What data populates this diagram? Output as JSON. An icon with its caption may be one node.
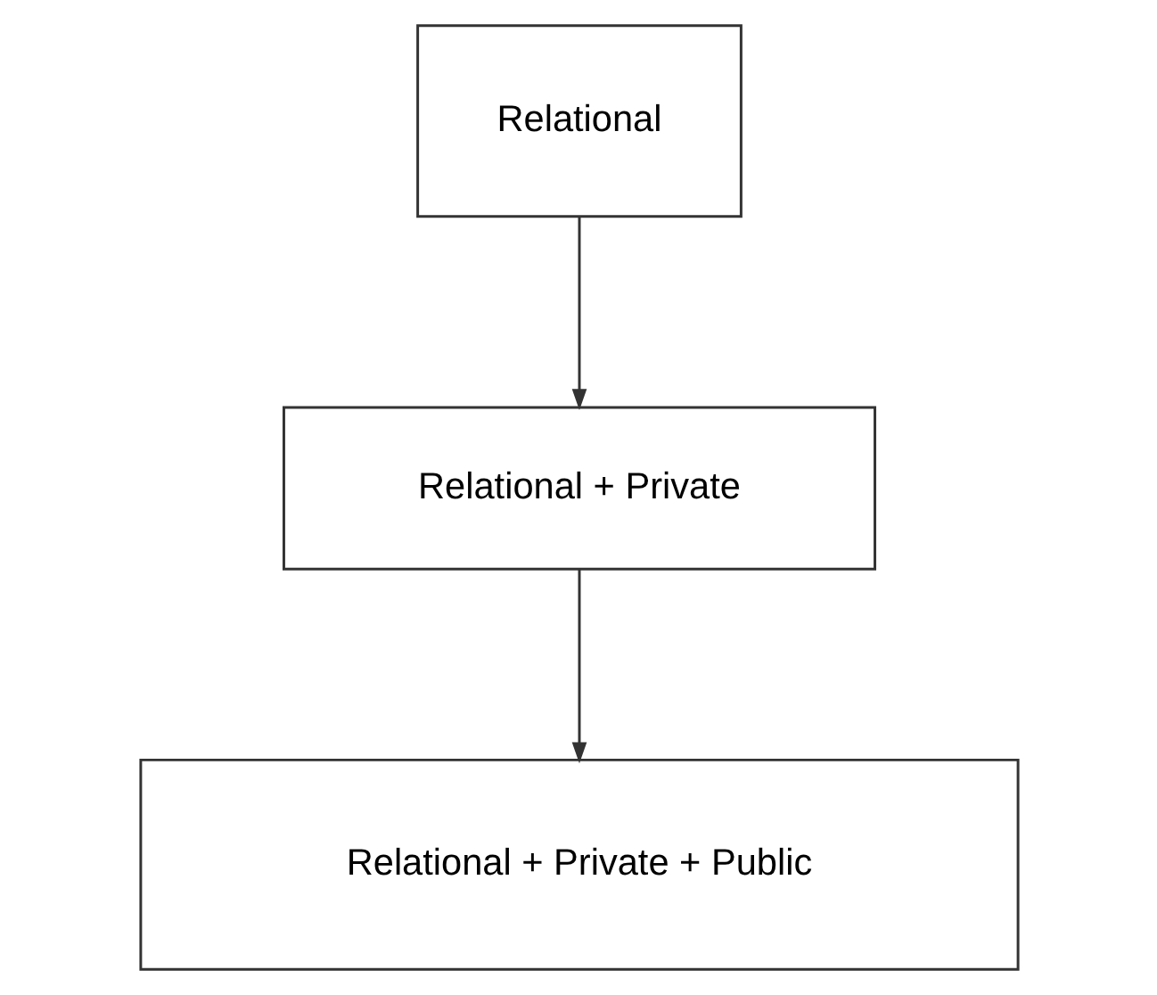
{
  "diagram": {
    "nodes": [
      {
        "text": [
          "Relational"
        ]
      },
      {
        "text": [
          "Relational + Private"
        ]
      },
      {
        "text": [
          "Relational + Private + Public"
        ]
      }
    ],
    "edges": [
      {
        "from": 0,
        "to": 1,
        "arrow": "to"
      },
      {
        "from": 1,
        "to": 2,
        "arrow": "to"
      }
    ]
  }
}
